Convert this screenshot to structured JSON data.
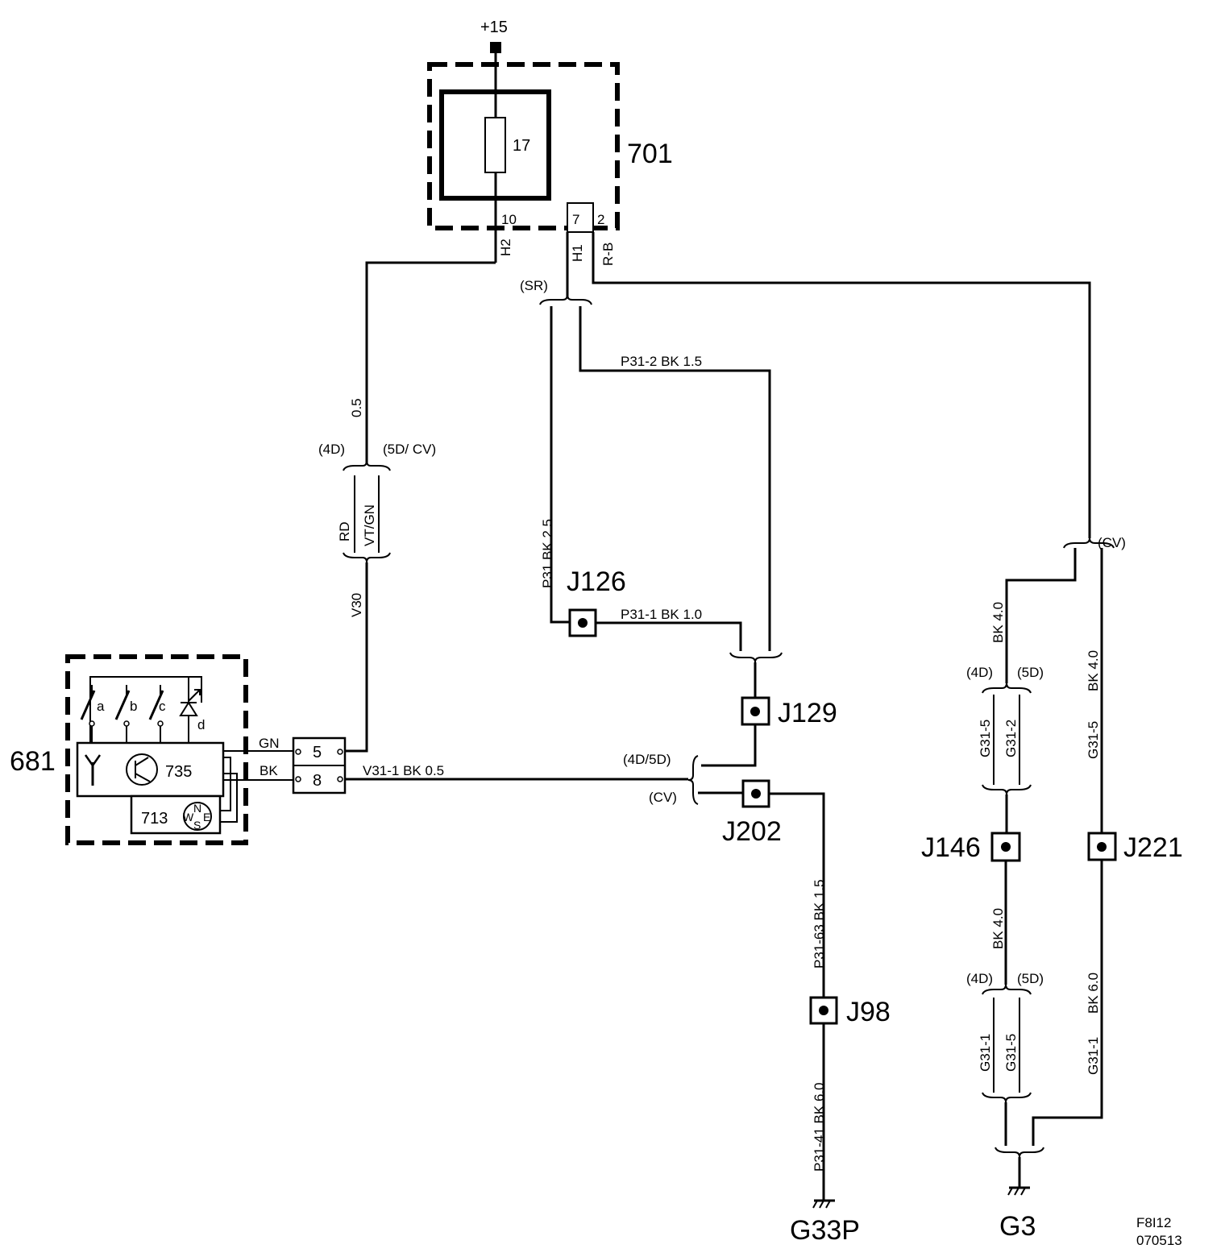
{
  "components": {
    "supply": "+15",
    "fuse_box": "701",
    "fuse": "17",
    "pin_10": "10",
    "pin_7": "7",
    "pin_2": "2",
    "module": "681",
    "module_sub": "735",
    "compass": "713",
    "switch_a": "a",
    "switch_b": "b",
    "switch_c": "c",
    "switch_d": "d",
    "conn_pin_5": "5",
    "conn_pin_8": "8",
    "compass_n": "N",
    "compass_s": "S",
    "compass_w": "W",
    "compass_e": "E"
  },
  "junctions": {
    "j126": "J126",
    "j129": "J129",
    "j202": "J202",
    "j98": "J98",
    "j146": "J146",
    "j221": "J221"
  },
  "grounds": {
    "g33p": "G33P",
    "g3": "G3"
  },
  "wires": {
    "h2": "H2",
    "h1": "H1",
    "rb": "R-B",
    "w05": "0.5",
    "rd": "RD",
    "vtgn": "VT/GN",
    "v30": "V30",
    "gn": "GN",
    "bk": "BK",
    "v31_1": "V31-1  BK  0.5",
    "p31_2": "P31-2  BK  1.5",
    "p31_1": "P31-1  BK  1.0",
    "p31": "P31   BK   2.5",
    "p31_63": "P31-63  BK  1.5",
    "p31_41": "P31-41  BK  6.0",
    "bk40_a": "BK  4.0",
    "bk40_b": "BK  4.0",
    "bk40_c": "BK  4.0",
    "g31_5a": "G31-5",
    "g31_2": "G31-2",
    "g31_5b": "G31-5",
    "g31_1a": "G31-1",
    "g31_5c": "G31-5",
    "g31_1b": "G31-1",
    "bk60": "BK  6.0"
  },
  "variants": {
    "sr": "(SR)",
    "d4_a": "(4D)",
    "d5cv": "(5D/ CV)",
    "d4d5": "(4D/5D)",
    "cv_a": "(CV)",
    "cv_b": "(CV)",
    "d4_b": "(4D)",
    "d5_b": "(5D)",
    "d4_c": "(4D)",
    "d5_c": "(5D)"
  },
  "footer": {
    "code1": "F8I12",
    "code2": "070513"
  }
}
